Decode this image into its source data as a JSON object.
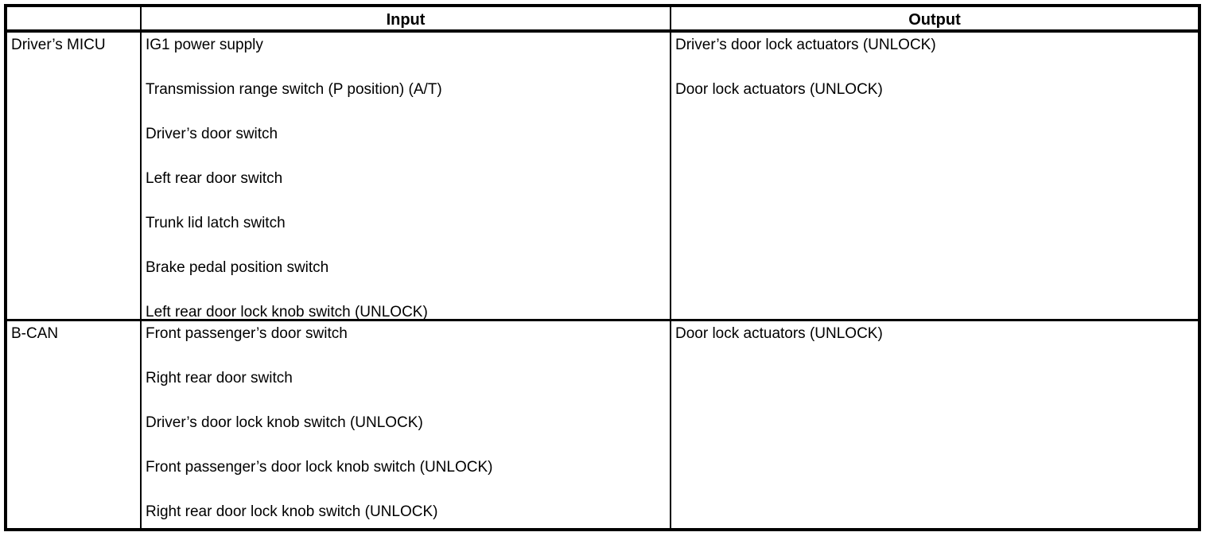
{
  "table": {
    "headers": {
      "corner": "",
      "input": "Input",
      "output": "Output"
    },
    "rows": [
      {
        "source": "Driver’s MICU",
        "inputs": [
          "IG1 power supply",
          "Transmission range switch (P position) (A/T)",
          "Driver’s door switch",
          "Left rear door switch",
          "Trunk lid latch switch",
          "Brake pedal position switch",
          "Left rear door lock knob switch (UNLOCK)"
        ],
        "outputs": [
          "Driver’s door lock actuators (UNLOCK)",
          "Door lock actuators (UNLOCK)"
        ]
      },
      {
        "source": "B-CAN",
        "inputs": [
          "Front passenger’s door switch",
          "Right rear door switch",
          "Driver’s door lock knob switch (UNLOCK)",
          "Front passenger’s door lock knob switch (UNLOCK)",
          "Right rear door lock knob switch (UNLOCK)"
        ],
        "outputs": [
          "Door lock actuators (UNLOCK)"
        ]
      }
    ]
  },
  "colors": {
    "border": "#000000",
    "background": "#ffffff",
    "text": "#000000"
  }
}
